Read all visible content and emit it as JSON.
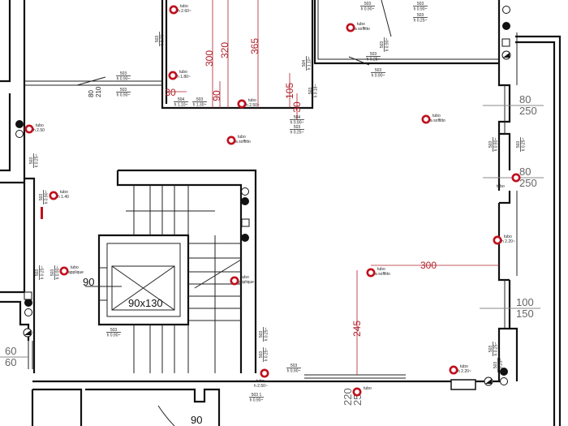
{
  "colors": {
    "marker": "#c0101e",
    "dimension_red": "#b0202a",
    "walls": "#111111",
    "secondary_dims": "#666666"
  },
  "markers": [
    {
      "line1": "tubo",
      "line2": "h 2.60~"
    },
    {
      "line1": "tubo",
      "line2": "h 1.80~"
    },
    {
      "line1": "tubo",
      "line2": "h 2.50~"
    },
    {
      "line1": "tubo",
      "line2": "a soffitto"
    },
    {
      "line1": "tubo",
      "line2": "a soffitto"
    },
    {
      "line1": "tubo",
      "line2": "a soffitto"
    },
    {
      "line1": "tubo",
      "line2": "h 2.50"
    },
    {
      "line1": "tubo",
      "line2": "h 1.40"
    },
    {
      "line1": "tubo",
      "line2": "applique"
    },
    {
      "line1": "tubo",
      "line2": "applique"
    },
    {
      "line1": "tubo",
      "line2": ""
    },
    {
      "line1": "tubo",
      "line2": "h 2.20~"
    },
    {
      "line1": "tubo",
      "line2": "a soffitto"
    },
    {
      "line1": "tubo",
      "line2": "h 2.50~"
    },
    {
      "line1": "tubo",
      "line2": "h 2.20~"
    },
    {
      "line1": "tubo",
      "line2": ""
    }
  ],
  "red_dimensions": [
    "300",
    "320",
    "365",
    "90",
    "30",
    "105",
    "30",
    "300",
    "245"
  ],
  "opening_dimensions": [
    {
      "width": "80",
      "height": "250"
    },
    {
      "width": "80",
      "height": "250"
    },
    {
      "width": "100",
      "height": "150"
    },
    {
      "width": "220",
      "height": "250"
    },
    {
      "width": "60",
      "height": "60"
    },
    {
      "width": "80",
      "height": "210"
    }
  ],
  "black_dimensions": [
    "90",
    "90x130",
    "90"
  ],
  "outlet_labels": [
    {
      "code": "503",
      "height": "h 0.90~"
    },
    {
      "code": "503",
      "height": "h 0.90~"
    },
    {
      "code": "504",
      "height": "h 1.10~"
    },
    {
      "code": "503",
      "height": "h 1.30~"
    },
    {
      "code": "503",
      "height": "h 0.70~"
    },
    {
      "code": "504",
      "height": "h 1.10~"
    },
    {
      "code": "503",
      "height": "h 0.18~"
    },
    {
      "code": "504",
      "height": "h 0.90~"
    },
    {
      "code": "503",
      "height": "h 0.25~"
    },
    {
      "code": "503",
      "height": "h 0.90~"
    },
    {
      "code": "503",
      "height": "h 0.90~"
    },
    {
      "code": "503",
      "height": "h 0.25~"
    },
    {
      "code": "503",
      "height": "h 0.25~"
    },
    {
      "code": "503",
      "height": "h 0.90~"
    },
    {
      "code": "503",
      "height": "h 0.90~"
    },
    {
      "code": "503",
      "height": "h 0.90~"
    },
    {
      "code": "503",
      "height": "h 0.25~"
    },
    {
      "code": "503",
      "height": "h 0.25~"
    },
    {
      "code": "503",
      "height": "h 0.90~"
    },
    {
      "code": "503",
      "height": "h 0.25~"
    },
    {
      "code": "503",
      "height": "h 0.90~"
    },
    {
      "code": "503",
      "height": "h 0.90~"
    },
    {
      "code": "503",
      "height": "h 0.25~"
    },
    {
      "code": "503",
      "height": "h 0.25~"
    },
    {
      "code": "503",
      "height": "h 0.90~"
    },
    {
      "code": "503 1",
      "height": "h 0.90~"
    },
    {
      "code": "503",
      "height": "h 0.25~"
    },
    {
      "code": "503",
      "height": "h 0.25~"
    }
  ]
}
